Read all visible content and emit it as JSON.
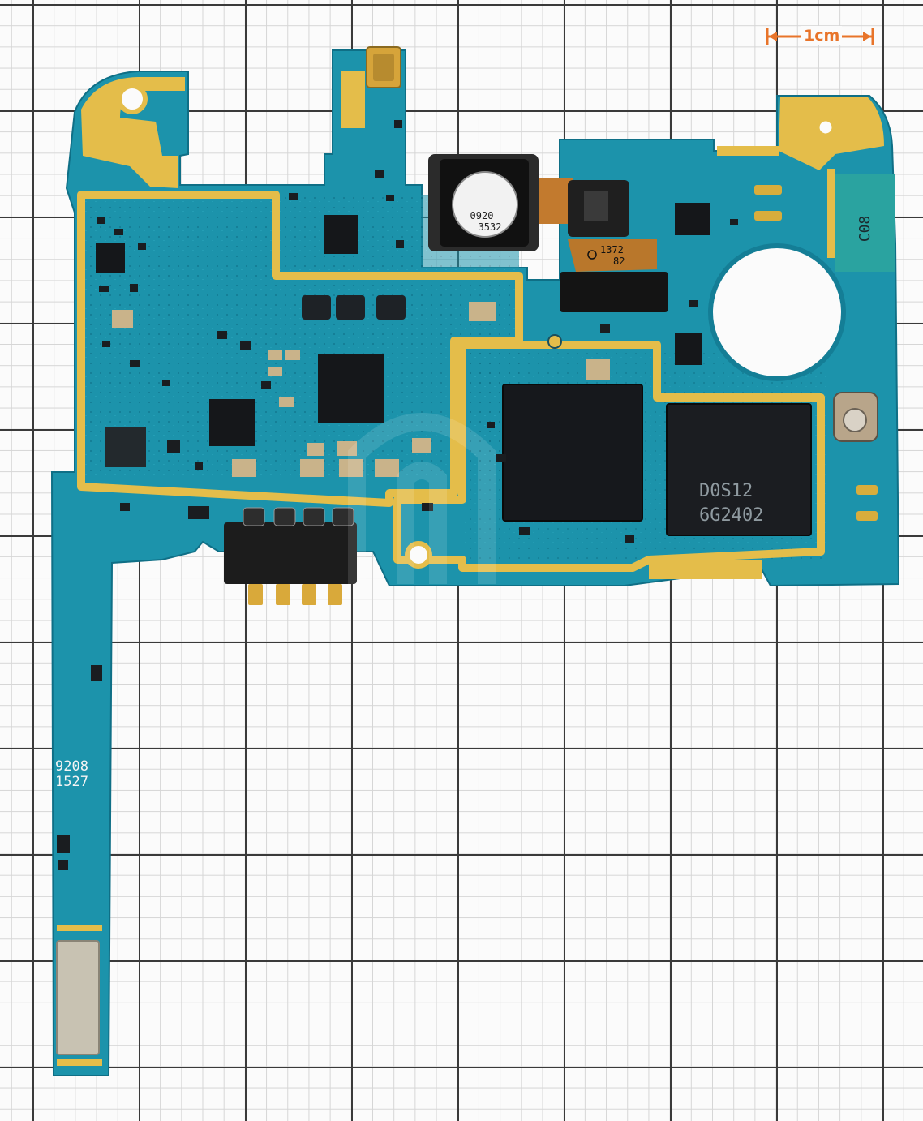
{
  "scale_bar": {
    "label": "1cm"
  },
  "board_markings": {
    "board_code": "C08",
    "label_line1": "9208",
    "label_line2": "1527",
    "camera_label_line1": "0920",
    "camera_label_line2": "3532",
    "flex_label_line1": "1372",
    "flex_label_line2": "82",
    "memory_chip_line1": "D0S12",
    "memory_chip_line2": "6G2402"
  },
  "colors": {
    "pcb": "#1c93ab",
    "pcb_dark": "#147e96",
    "gold": "#e4bd4a",
    "chip": "#16181c",
    "scale_accent": "#e8742a",
    "grid_major": "#3a3a3a",
    "grid_minor": "#d6d6d6"
  }
}
